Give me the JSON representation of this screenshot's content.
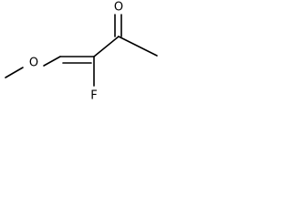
{
  "molecule": {
    "atoms": {
      "oxygen_methoxy": "O",
      "fluorine": "F",
      "oxygen_carbonyl": "O"
    }
  }
}
